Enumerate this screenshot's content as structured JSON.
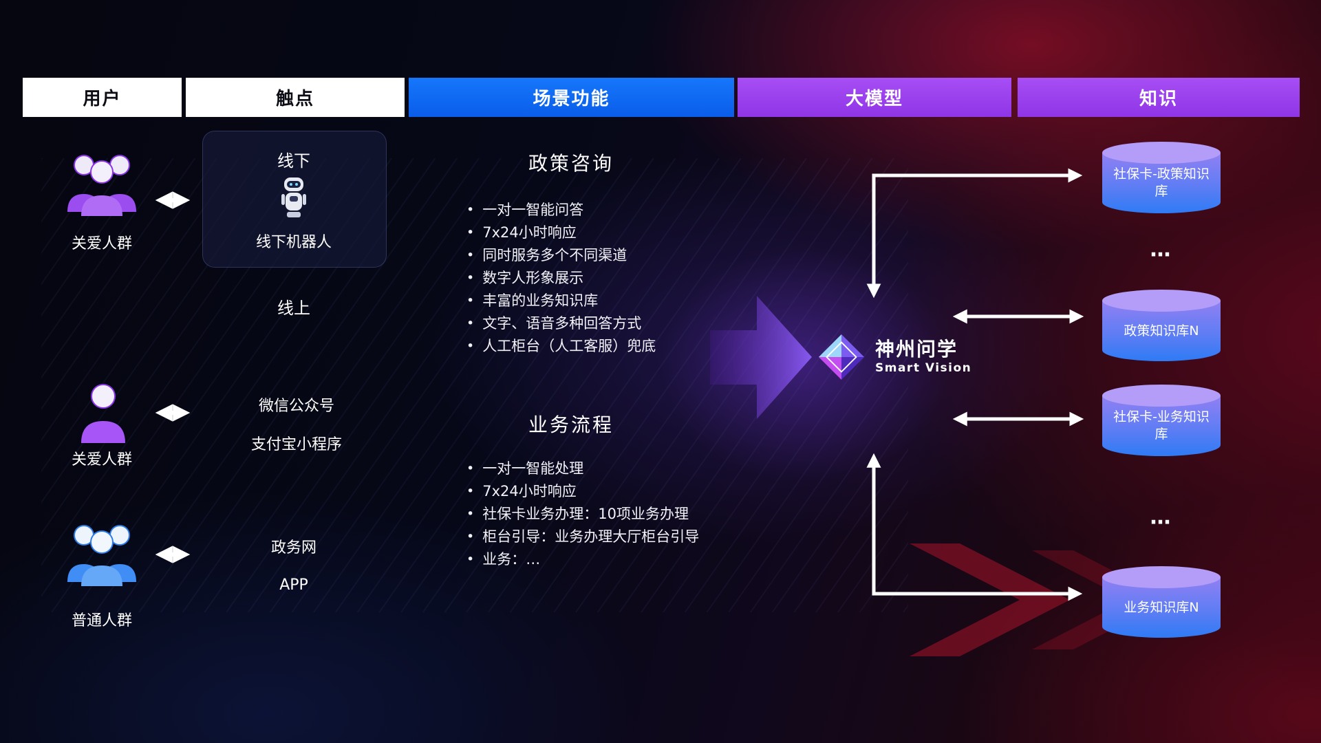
{
  "header": {
    "cols": [
      {
        "label": "用户"
      },
      {
        "label": "触点"
      },
      {
        "label": "场景功能"
      },
      {
        "label": "大模型"
      },
      {
        "label": "知识"
      }
    ]
  },
  "users": {
    "groups": [
      {
        "label": "关爱人群"
      },
      {
        "label": "关爱人群"
      },
      {
        "label": "普通人群"
      }
    ]
  },
  "touchpoints": {
    "offline": {
      "title": "线下",
      "robot_label": "线下机器人"
    },
    "online": "线上",
    "channels": [
      "微信公众号",
      "支付宝小程序",
      "政务网",
      "APP"
    ]
  },
  "scenarios": [
    {
      "title": "政策咨询",
      "bullets": [
        "一对一智能问答",
        "7x24小时响应",
        "同时服务多个不同渠道",
        "数字人形象展示",
        "丰富的业务知识库",
        "文字、语音多种回答方式",
        "人工柜台（人工客服）兜底"
      ]
    },
    {
      "title": "业务流程",
      "bullets": [
        "一对一智能处理",
        "7x24小时响应",
        "社保卡业务办理：10项业务办理",
        "柜台引导：业务办理大厅柜台引导",
        "业务：…"
      ]
    }
  ],
  "model": {
    "name": "神州问学",
    "subtitle": "Smart Vision"
  },
  "knowledge": {
    "cylinders": [
      {
        "label": "社保卡-政策知识库"
      },
      {
        "label": "政策知识库N"
      },
      {
        "label": "社保卡-业务知识库"
      },
      {
        "label": "业务知识库N"
      }
    ],
    "ellipsis": "…"
  },
  "colors": {
    "header_blue": "#0b6cf7",
    "header_purple": "#9b45ee",
    "people_purple": "#a855f7",
    "people_blue": "#4d9ff8",
    "cylinder_top": "#b49df8",
    "cylinder_bottom": "#2e7bf5",
    "arrow_white": "#ffffff",
    "flow_arrow_purple": "#8b5cf6"
  }
}
